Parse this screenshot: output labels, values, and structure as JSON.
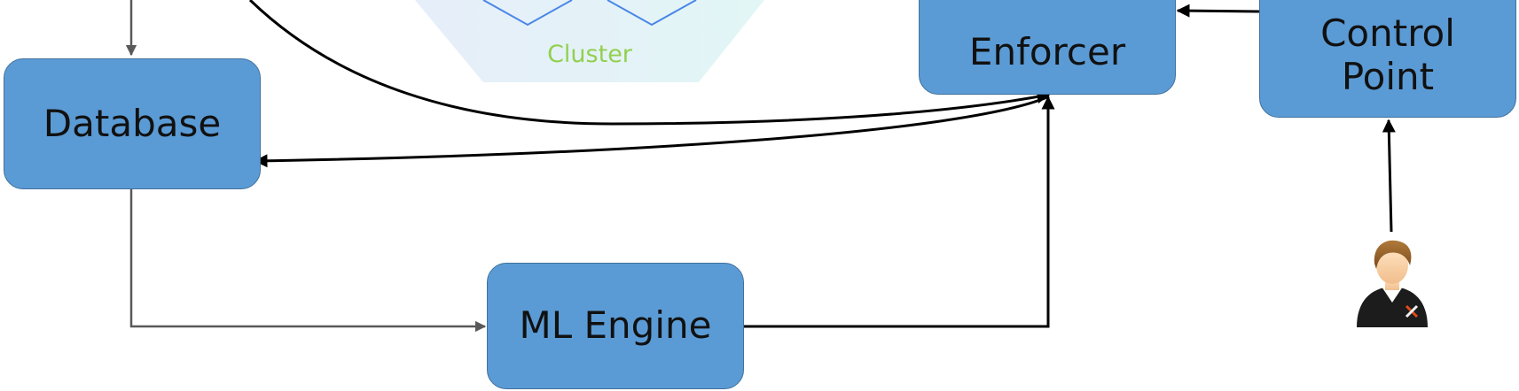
{
  "diagram": {
    "nodes": {
      "database": "Database",
      "ml_engine": "ML Engine",
      "enforcer": "Enforcer",
      "control_point": "Control\nPoint"
    },
    "cluster_label": "Cluster",
    "colors": {
      "node_fill": "#5b9bd5",
      "node_border": "#41719c",
      "cluster_label": "#92d050",
      "cluster_fill": "#eaf3fb",
      "cluster_lines": "#4a86e8",
      "arrow_black": "#000000",
      "arrow_gray": "#595959"
    },
    "icons": [
      "admin-user-icon"
    ]
  }
}
